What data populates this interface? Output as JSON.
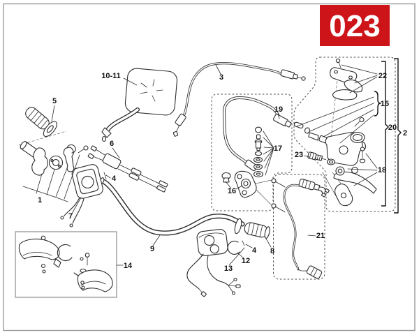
{
  "page": {
    "badge": {
      "text": "023"
    },
    "colors": {
      "badge_bg": "#cc1419",
      "badge_fg": "#ffffff",
      "line": "#2b2b2b",
      "border": "#9a9a9a",
      "background": "#ffffff"
    },
    "parts": {
      "p1": {
        "label": "1"
      },
      "p2": {
        "label": "2"
      },
      "p3": {
        "label": "3"
      },
      "p4": {
        "label": "4"
      },
      "p5": {
        "label": "5"
      },
      "p6": {
        "label": "6"
      },
      "p7": {
        "label": "7"
      },
      "p8": {
        "label": "8"
      },
      "p9": {
        "label": "9"
      },
      "p10_11": {
        "label": "10-11"
      },
      "p12": {
        "label": "12"
      },
      "p13": {
        "label": "13"
      },
      "p14": {
        "label": "14"
      },
      "p15": {
        "label": "15"
      },
      "p16": {
        "label": "16"
      },
      "p17": {
        "label": "17"
      },
      "p18": {
        "label": "18"
      },
      "p19": {
        "label": "19"
      },
      "p20": {
        "label": "20"
      },
      "p21": {
        "label": "21"
      },
      "p22": {
        "label": "22"
      },
      "p23": {
        "label": "23"
      }
    }
  }
}
